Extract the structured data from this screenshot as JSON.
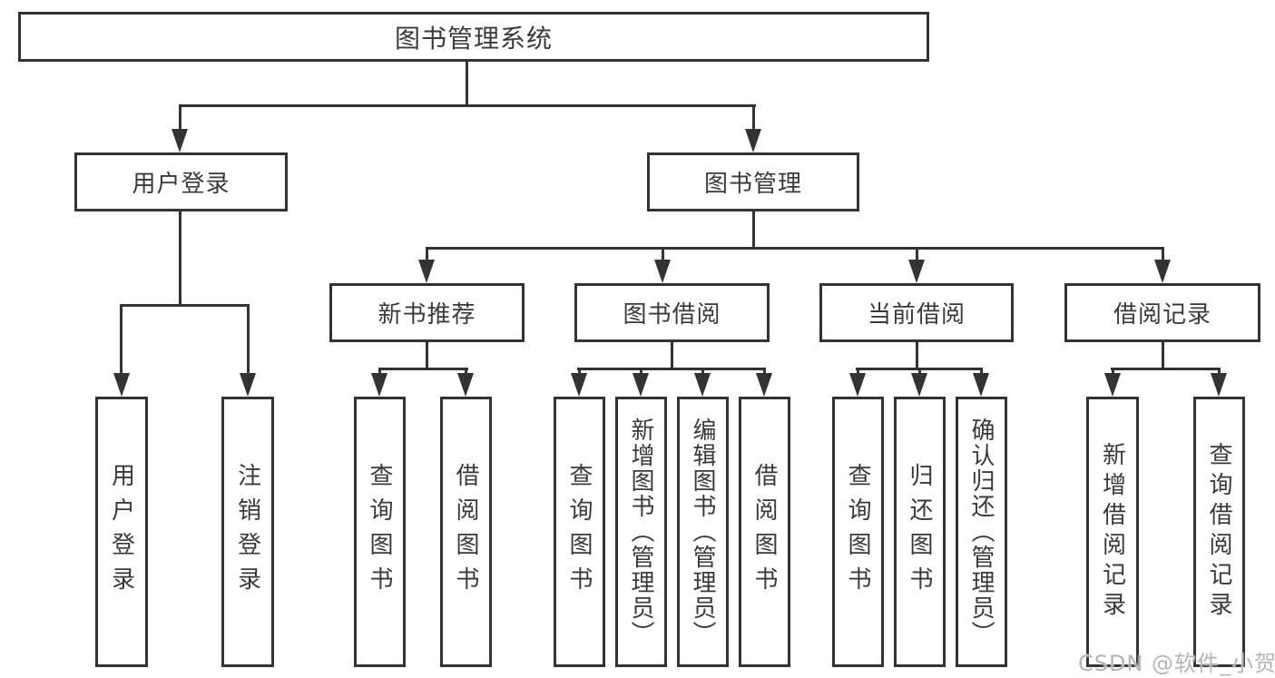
{
  "diagram_title": "图书管理系统",
  "tree": {
    "label": "图书管理系统",
    "children": [
      {
        "label": "用户登录",
        "children": [
          {
            "label": "用户登录"
          },
          {
            "label": "注销登录"
          }
        ]
      },
      {
        "label": "图书管理",
        "children": [
          {
            "label": "新书推荐",
            "children": [
              {
                "label": "查询图书"
              },
              {
                "label": "借阅图书"
              }
            ]
          },
          {
            "label": "图书借阅",
            "children": [
              {
                "label": "查询图书"
              },
              {
                "label": "新增图书（管理员）"
              },
              {
                "label": "编辑图书（管理员）"
              },
              {
                "label": "借阅图书"
              }
            ]
          },
          {
            "label": "当前借阅",
            "children": [
              {
                "label": "查询图书"
              },
              {
                "label": "归还图书"
              },
              {
                "label": "确认归还（管理员）"
              }
            ]
          },
          {
            "label": "借阅记录",
            "children": [
              {
                "label": "新增借阅记录"
              },
              {
                "label": "查询借阅记录"
              }
            ]
          }
        ]
      }
    ]
  },
  "watermark": {
    "text": "CSDN @软件_小贺同学"
  },
  "colors": {
    "line": "#333333",
    "text": "#3a3a3a",
    "background": "#ffffff",
    "watermark": "#b5b5b5"
  }
}
